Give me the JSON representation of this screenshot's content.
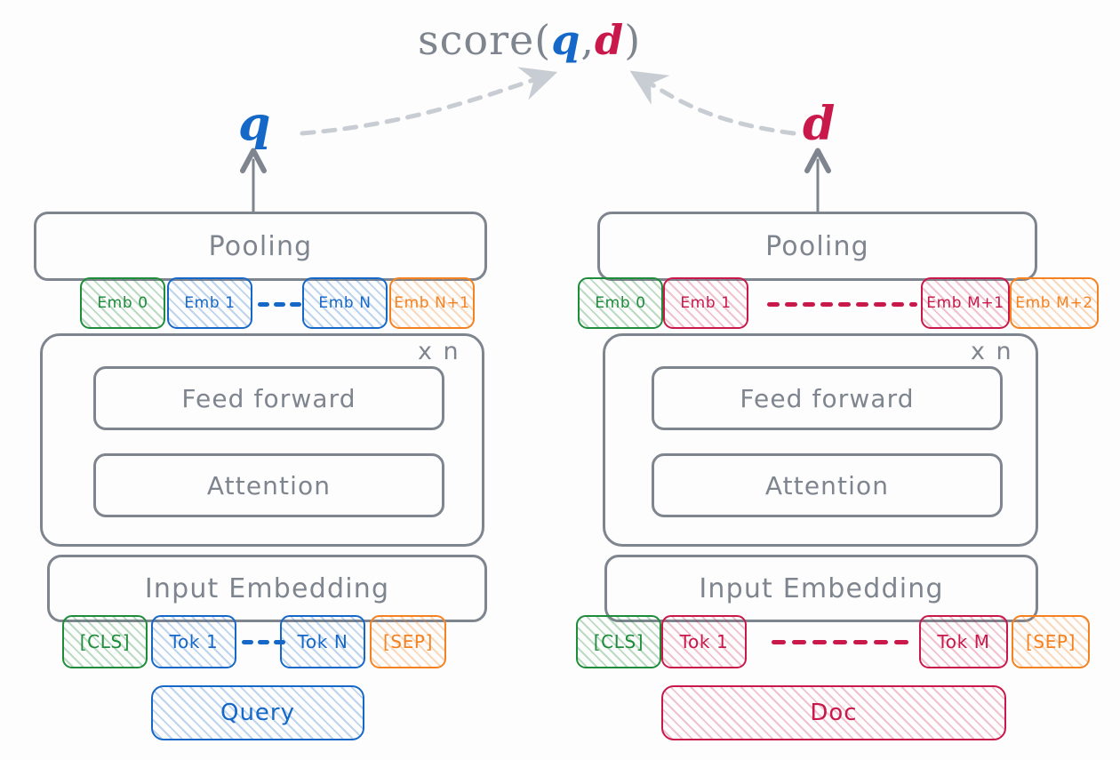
{
  "diagram": {
    "title_prefix": "score(",
    "title_q": "q",
    "title_comma": ",",
    "title_d": "d",
    "title_suffix": ")",
    "background_color": "#fdfdfd",
    "stroke_gray": "#7f858e",
    "arrow_gray": "#c8cdd4"
  },
  "colors": {
    "blue": "#1668c8",
    "crimson": "#c9184a",
    "green": "#1e8c3a",
    "orange": "#f58220",
    "gray": "#7f858e",
    "light_gray": "#c8cdd4"
  },
  "encoders": [
    {
      "side": "left",
      "accent": "#1668c8",
      "output_vector": "q",
      "pooling_label": "Pooling",
      "repeat_label": "x n",
      "feed_forward_label": "Feed forward",
      "attention_label": "Attention",
      "input_embedding_label": "Input Embedding",
      "source_label": "Query",
      "embeddings": [
        {
          "label": "Emb 0",
          "color": "green"
        },
        {
          "label": "Emb 1",
          "color": "blue"
        },
        {
          "label": "Emb N",
          "color": "blue"
        },
        {
          "label": "Emb N+1",
          "color": "orange"
        }
      ],
      "tokens": [
        {
          "label": "[CLS]",
          "color": "green"
        },
        {
          "label": "Tok 1",
          "color": "blue"
        },
        {
          "label": "Tok N",
          "color": "blue"
        },
        {
          "label": "[SEP]",
          "color": "orange"
        }
      ],
      "ellipsis_color": "blue",
      "ellipsis_segments": 3
    },
    {
      "side": "right",
      "accent": "#c9184a",
      "output_vector": "d",
      "pooling_label": "Pooling",
      "repeat_label": "x n",
      "feed_forward_label": "Feed forward",
      "attention_label": "Attention",
      "input_embedding_label": "Input Embedding",
      "source_label": "Doc",
      "embeddings": [
        {
          "label": "Emb 0",
          "color": "green"
        },
        {
          "label": "Emb 1",
          "color": "crimson"
        },
        {
          "label": "Emb M+1",
          "color": "crimson"
        },
        {
          "label": "Emb M+2",
          "color": "orange"
        }
      ],
      "tokens": [
        {
          "label": "[CLS]",
          "color": "green"
        },
        {
          "label": "Tok 1",
          "color": "crimson"
        },
        {
          "label": "Tok M",
          "color": "crimson"
        },
        {
          "label": "[SEP]",
          "color": "orange"
        }
      ],
      "ellipsis_color": "crimson",
      "ellipsis_segments": 9
    }
  ]
}
